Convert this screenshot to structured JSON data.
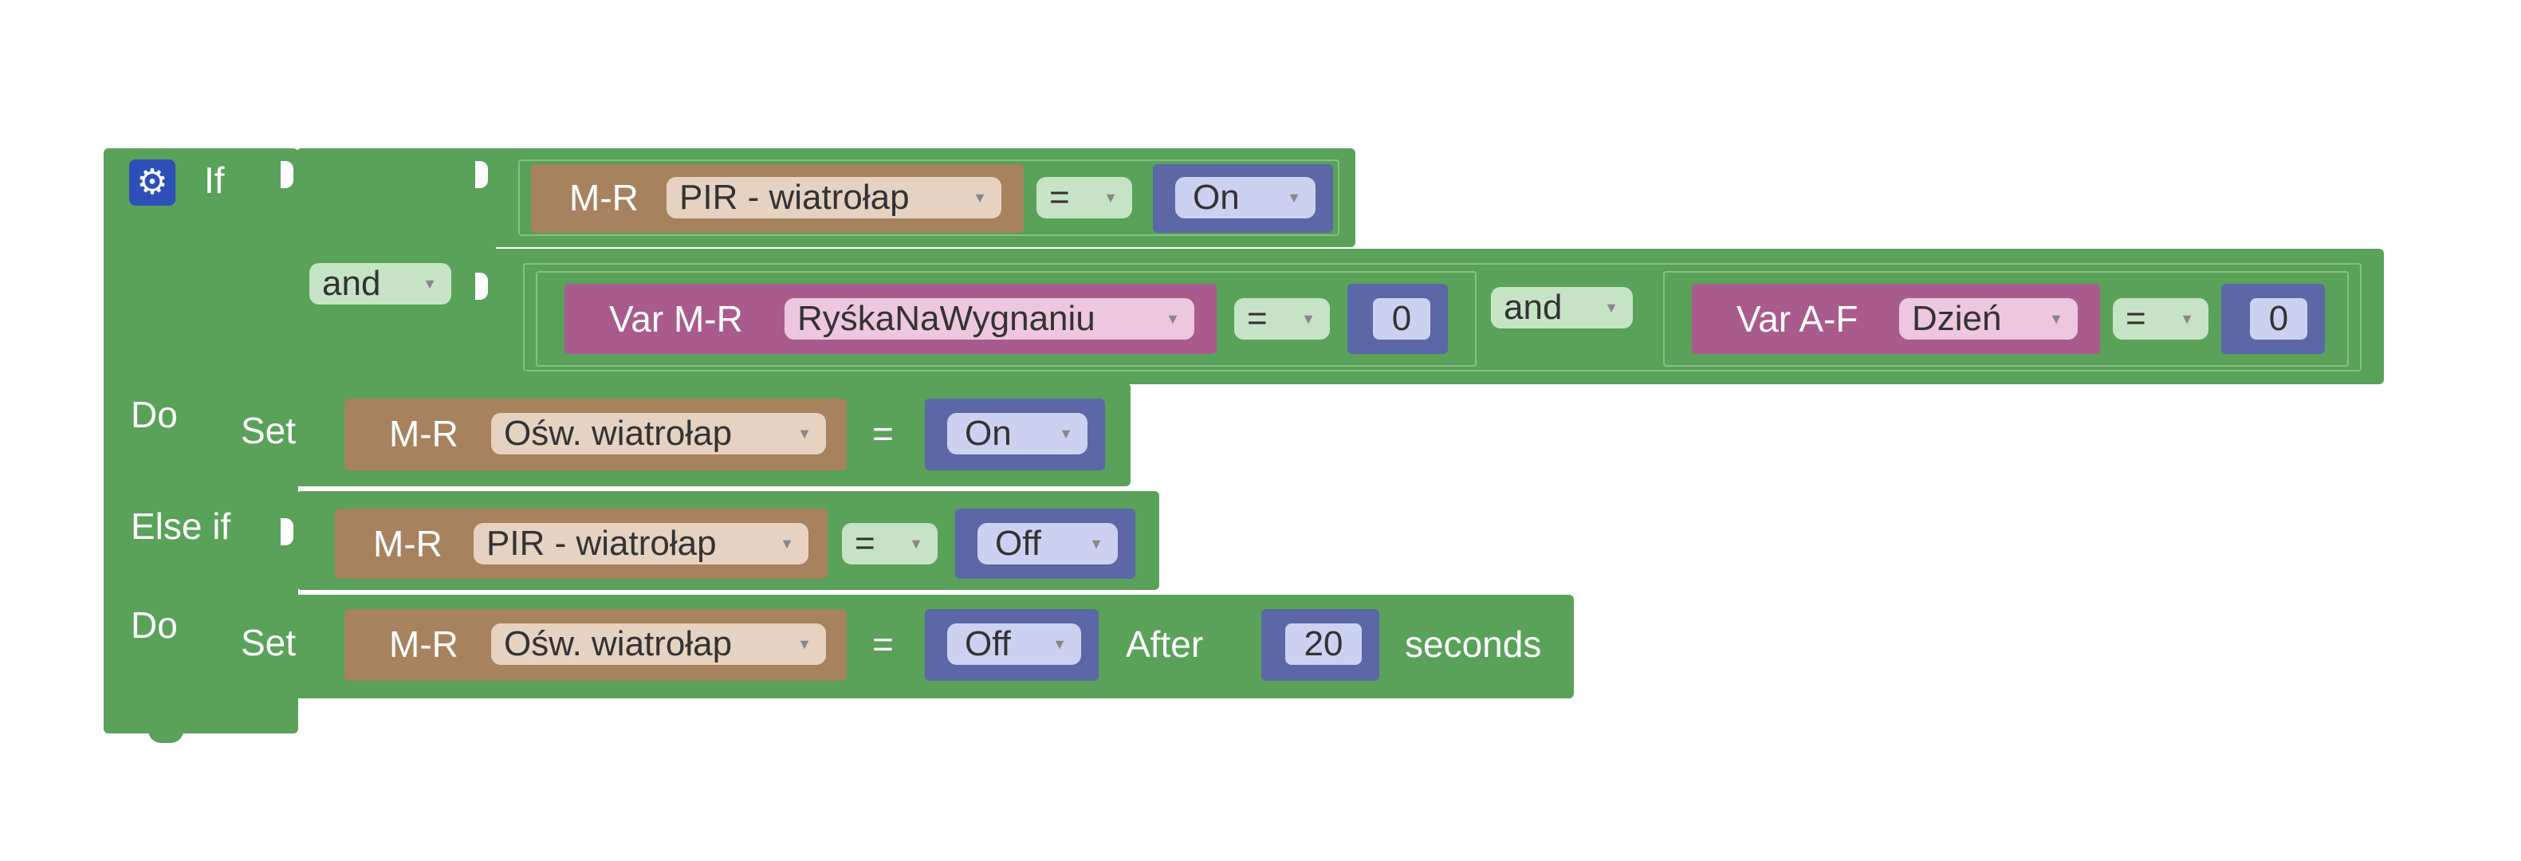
{
  "if_block": {
    "if_label": "If",
    "and_label": "and",
    "cond1": {
      "source": "M-R",
      "device": "PIR - wiatrołap",
      "op": "=",
      "value": "On"
    },
    "cond2": {
      "left": {
        "source": "Var M-R",
        "var": "RyśkaNaWygnaniu",
        "op": "=",
        "value": "0"
      },
      "and_label": "and",
      "right": {
        "source": "Var A-F",
        "var": "Dzień",
        "op": "=",
        "value": "0"
      }
    },
    "do_label": "Do",
    "action1": {
      "set_label": "Set",
      "source": "M-R",
      "device": "Ośw. wiatrołap",
      "eq": "=",
      "value": "On"
    },
    "elseif_label": "Else if",
    "cond3": {
      "source": "M-R",
      "device": "PIR - wiatrołap",
      "op": "=",
      "value": "Off"
    },
    "do2_label": "Do",
    "action2": {
      "set_label": "Set",
      "source": "M-R",
      "device": "Ośw. wiatrołap",
      "eq": "=",
      "value": "Off",
      "after_label": "After",
      "seconds_value": "20",
      "seconds_label": "seconds"
    }
  },
  "colors": {
    "logic_green": "#5aa15a",
    "device_brown": "#a6825f",
    "variable_purple": "#a85b8c",
    "state_blue": "#5b67a6",
    "gear_blue": "#2e4fb8"
  },
  "icons": {
    "mutator": "gear-icon",
    "dropdown": "dropdown-arrow-icon"
  }
}
